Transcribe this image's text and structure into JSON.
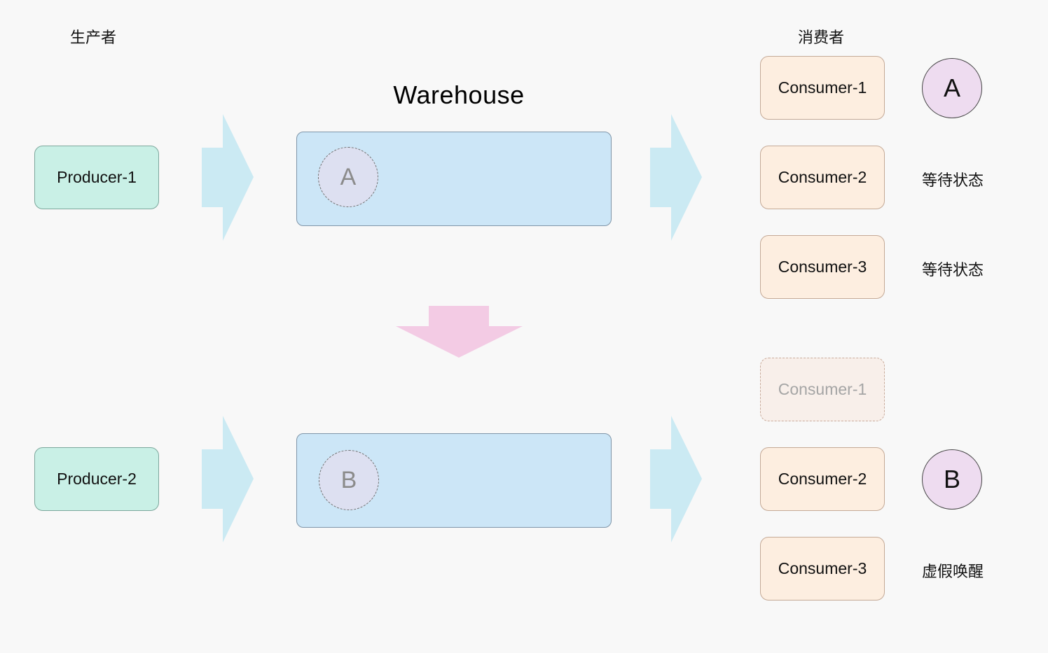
{
  "headers": {
    "producer": "生产者",
    "consumer": "消费者"
  },
  "warehouse": {
    "title": "Warehouse"
  },
  "top": {
    "producer": "Producer-1",
    "item": "A",
    "consumers": [
      "Consumer-1",
      "Consumer-2",
      "Consumer-3"
    ],
    "received_item": "A",
    "status_2": "等待状态",
    "status_3": "等待状态"
  },
  "bottom": {
    "producer": "Producer-2",
    "item": "B",
    "consumers": [
      "Consumer-1",
      "Consumer-2",
      "Consumer-3"
    ],
    "received_item": "B",
    "status_3": "虚假唤醒"
  },
  "colors": {
    "producer_fill": "#c9f0e6",
    "consumer_fill": "#fdeee0",
    "warehouse_fill": "#cce6f7",
    "item_fill": "#eedcf0",
    "flow_arrow": "#cbeaf3",
    "transition_arrow": "#f3cbe4"
  }
}
